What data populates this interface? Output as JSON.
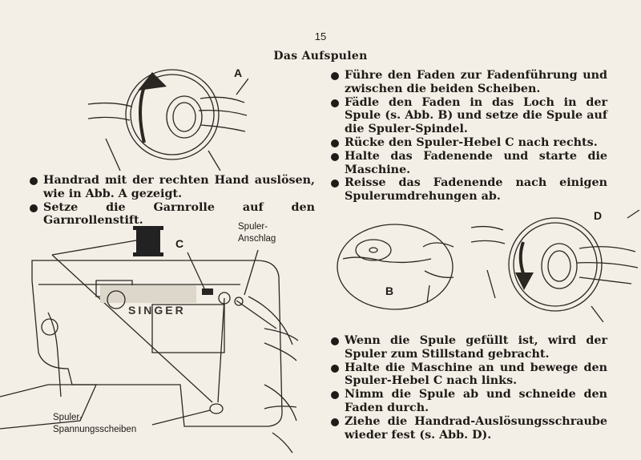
{
  "page_number": "15",
  "title": "Das Aufspulen",
  "list_top_right": [
    "Führe den Faden zur Fadenführung und zwischen die beiden Scheiben.",
    "Fädle den Faden in das Loch in der Spule (s. Abb. B) und setze die Spule auf die Spuler-Spindel.",
    "Rücke den Spuler-Hebel C nach rechts.",
    "Halte das Fadenende und starte die Maschine.",
    "Reisse das Fadenende nach einigen Spulerumdrehungen ab."
  ],
  "list_left": [
    "Handrad mit der rechten Hand auslösen, wie in Abb. A gezeigt.",
    "Setze die Garnrolle auf den Garnrollenstift."
  ],
  "list_bottom_right": [
    "Wenn die Spule gefüllt ist, wird der Spuler zum Stillstand gebracht.",
    "Halte die Maschine an und bewege den Spuler-Hebel C nach links.",
    "Nimm die Spule ab und schneide den Faden durch.",
    "Ziehe die Handrad-Auslösungsschraube wieder fest (s. Abb. D)."
  ],
  "figures": {
    "a": "A",
    "b": "B",
    "c": "C",
    "d": "D",
    "brand": "SINGER",
    "label_spuler_anschlag": [
      "Spuler-",
      "Anschlag"
    ],
    "label_spannungsscheiben": [
      "Spuler-",
      "Spannungsscheiben"
    ]
  }
}
